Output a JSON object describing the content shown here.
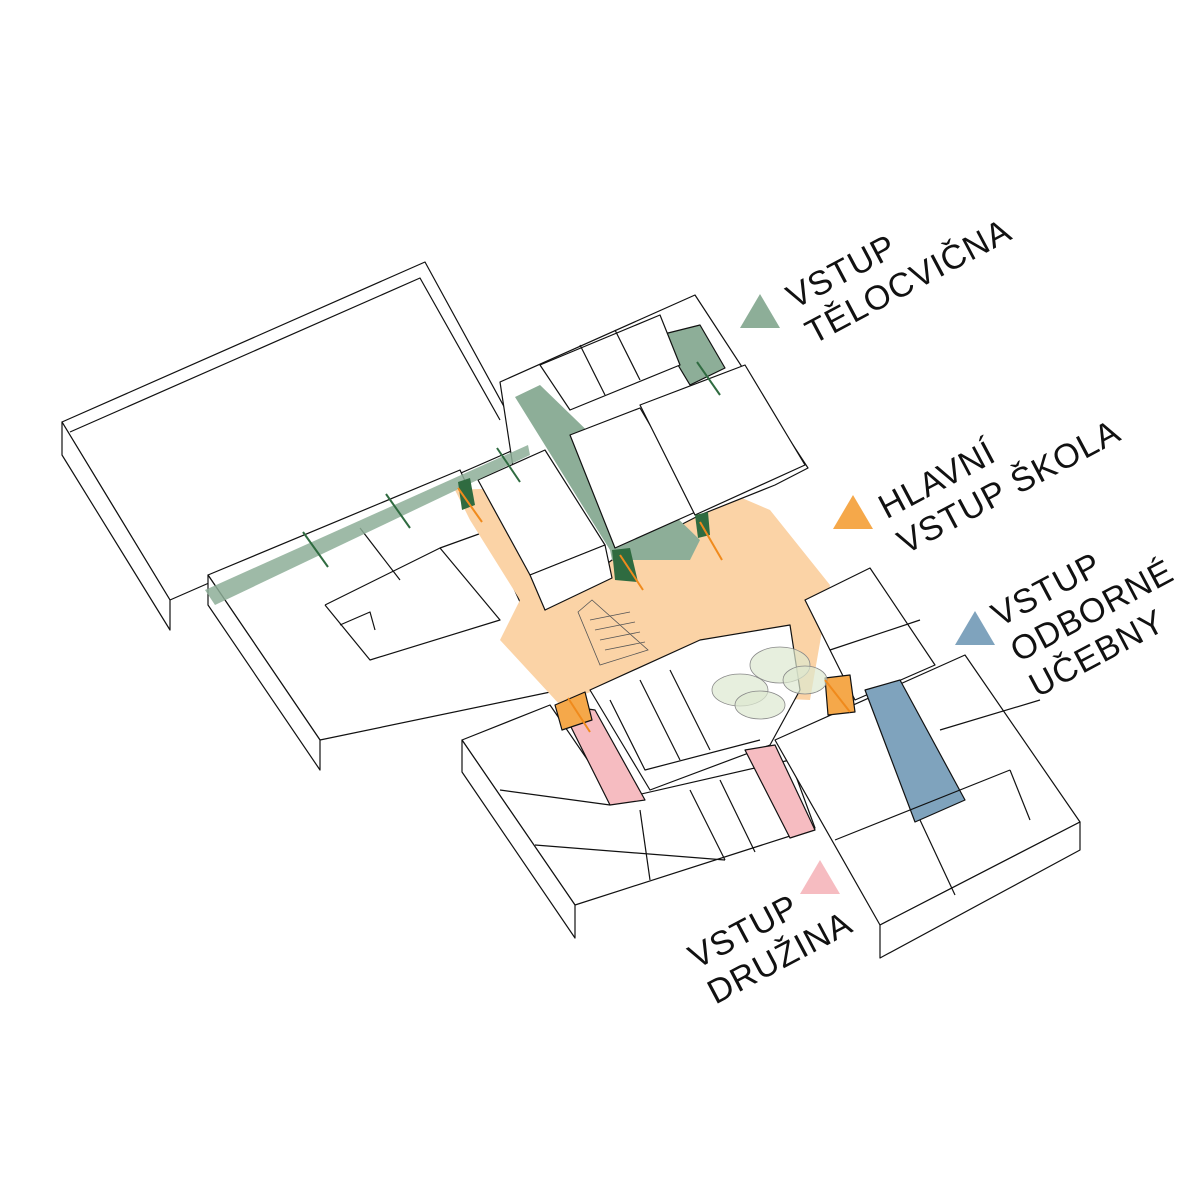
{
  "entrances": [
    {
      "id": "gym",
      "lines": [
        "VSTUP",
        "TĚLOCVIČNA"
      ],
      "color": "#8dae98"
    },
    {
      "id": "main",
      "lines": [
        "HLAVNÍ",
        "VSTUP ŠKOLA"
      ],
      "color": "#f5a84a"
    },
    {
      "id": "labs",
      "lines": [
        "VSTUP",
        "ODBORNÉ",
        "UČEBNY"
      ],
      "color": "#7fa3bd"
    },
    {
      "id": "club",
      "lines": [
        "VSTUP",
        "DRUŽINA"
      ],
      "color": "#f6bcc1"
    }
  ],
  "colors": {
    "atrium": "#fbd3a6",
    "corridor_green": "#8dae98",
    "arrow_green": "#2f6b40",
    "arrow_orange": "#f08a1c",
    "corridor_blue": "#7fa3bd",
    "corridor_pink": "#f6bcc1",
    "line": "#111111"
  }
}
